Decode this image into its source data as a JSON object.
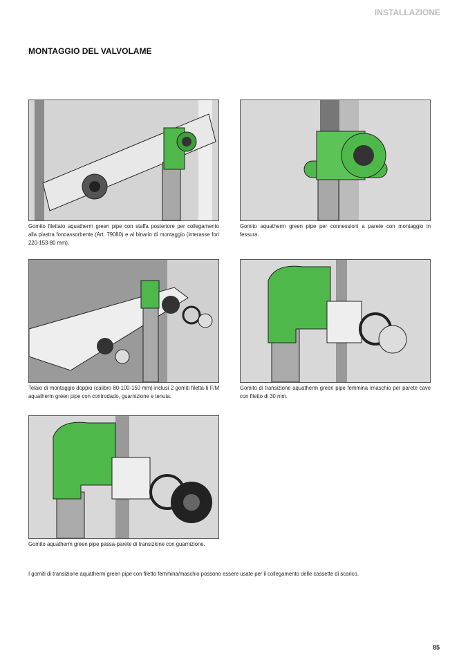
{
  "header": {
    "section": "INSTALLAZIONE"
  },
  "title": "MONTAGGIO DEL VALVOLAME",
  "figures": [
    {
      "caption": "Gomito filettato aquatherm green pipe con staffa posteriore per collegamento alla piastra fonoassorbente (Art. 79080) e al binario di montaggio (interasse fori 220-153-80 mm)."
    },
    {
      "caption": "Gomito aquatherm green pipe per connessioni a parete con montaggio in fessura."
    },
    {
      "caption": "Telaio di montaggio doppio (calibro 80-100-150 mm) inclusi 2 gomiti filetta-ti F/M aquatherm green pipe con controdado, guarnizione e tenuta."
    },
    {
      "caption": "Gomito di transizione aquatherm green pipe femmina /maschio per parete cave con filetto di 30 mm."
    },
    {
      "caption": "Gomito aquatherm green pipe passa-parete di transizione con guarnizione."
    }
  ],
  "footer_text": "I gomiti di transizione aquatherm green pipe con filetto femmina/maschio possono essere usate per il collegamento delle cassette di scarico.",
  "page_number": "85",
  "colors": {
    "green": "#4fb84a",
    "wall": "#c9c9c9",
    "header": "#bdbdbd"
  }
}
